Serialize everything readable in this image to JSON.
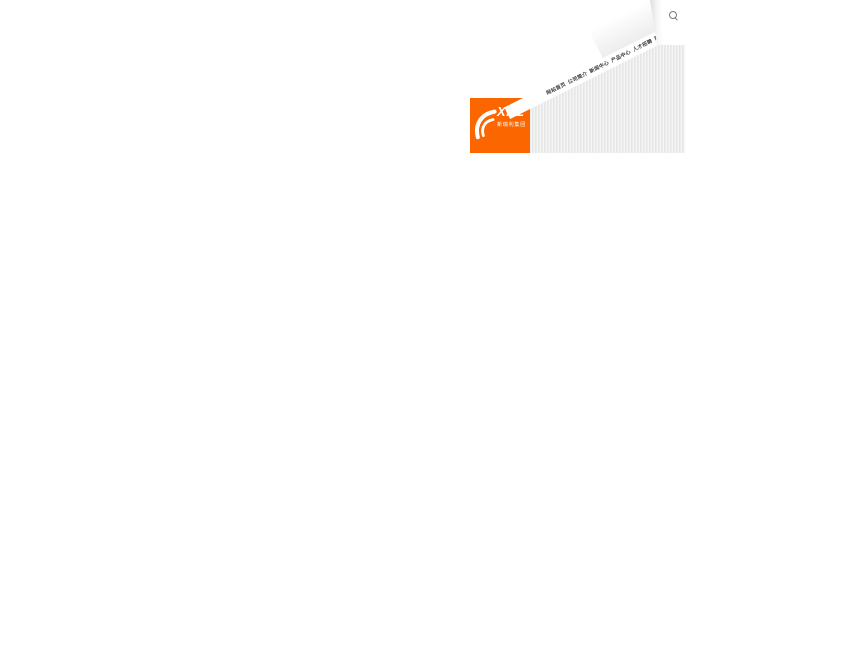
{
  "brand": {
    "name": "XRL",
    "tagline": "新瑞利集团",
    "logo_bg": "#fc6600",
    "mark": "swoosh-icon"
  },
  "nav": {
    "items": [
      {
        "label": "网站首页"
      },
      {
        "label": "公司简介"
      },
      {
        "label": "新闻中心"
      },
      {
        "label": "产品中心"
      },
      {
        "label": "人才招聘"
      },
      {
        "label": "联系我们"
      }
    ]
  },
  "search": {
    "icon": "magnifier"
  },
  "colors": {
    "accent_orange": "#fc6600",
    "hero_gray": "#ececec",
    "nav_text": "#3a3a3a",
    "page_bg": "#ffffff"
  }
}
